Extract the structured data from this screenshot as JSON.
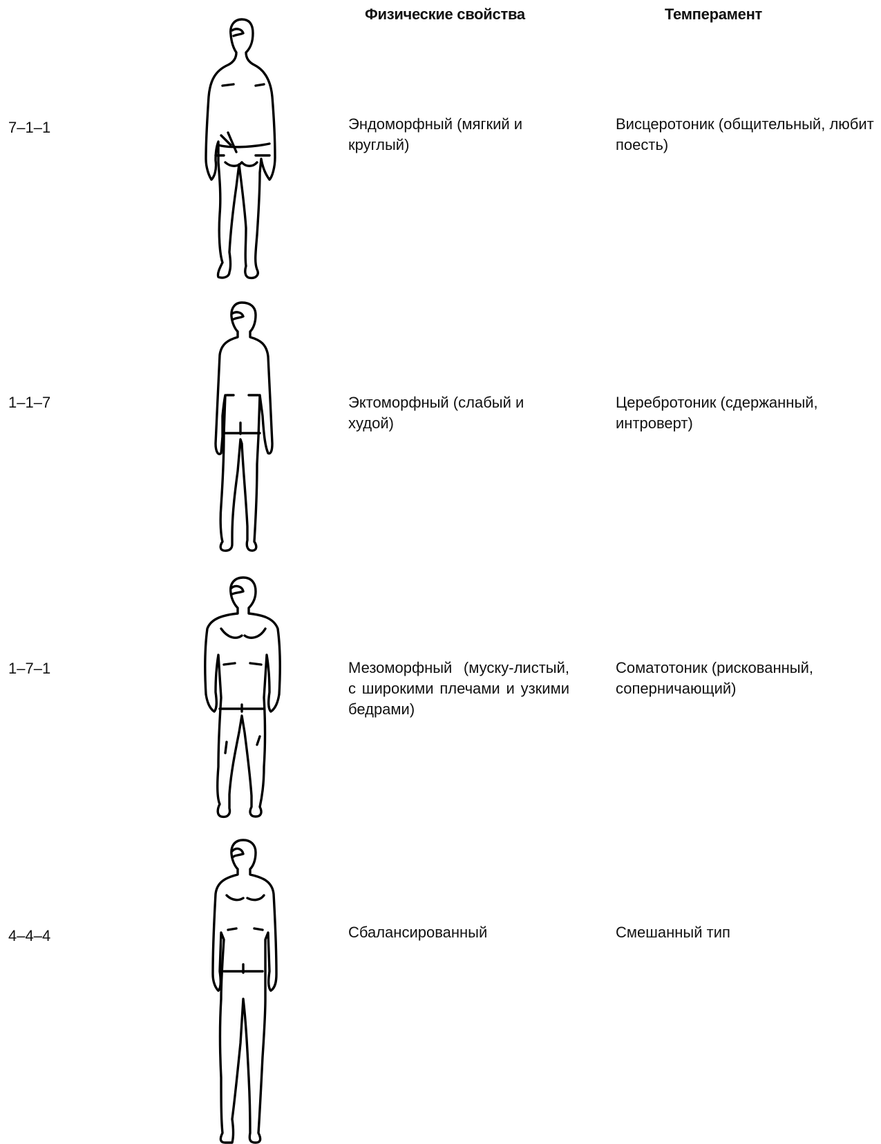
{
  "headers": {
    "physical": "Физические свойства",
    "temperament": "Темперамент"
  },
  "rows": [
    {
      "code": "7–1–1",
      "physical": "Эндоморфный (мягкий и круглый)",
      "temperament": "Висцеротоник (общительный, любит поесть)",
      "figure": "endomorph-figure"
    },
    {
      "code": "1–1–7",
      "physical": "Эктоморфный (слабый и худой)",
      "temperament": "Церебротоник (сдержанный, интроверт)",
      "figure": "ectomorph-figure"
    },
    {
      "code": "1–7–1",
      "physical": "Мезоморфный (муску-листый, с широкими плечами и узкими бедрами)",
      "temperament": "Соматотоник (рискованный, соперничающий)",
      "figure": "mesomorph-figure"
    },
    {
      "code": "4–4–4",
      "physical": "Сбалансированный",
      "temperament": "Смешанный тип",
      "figure": "balanced-figure"
    }
  ]
}
